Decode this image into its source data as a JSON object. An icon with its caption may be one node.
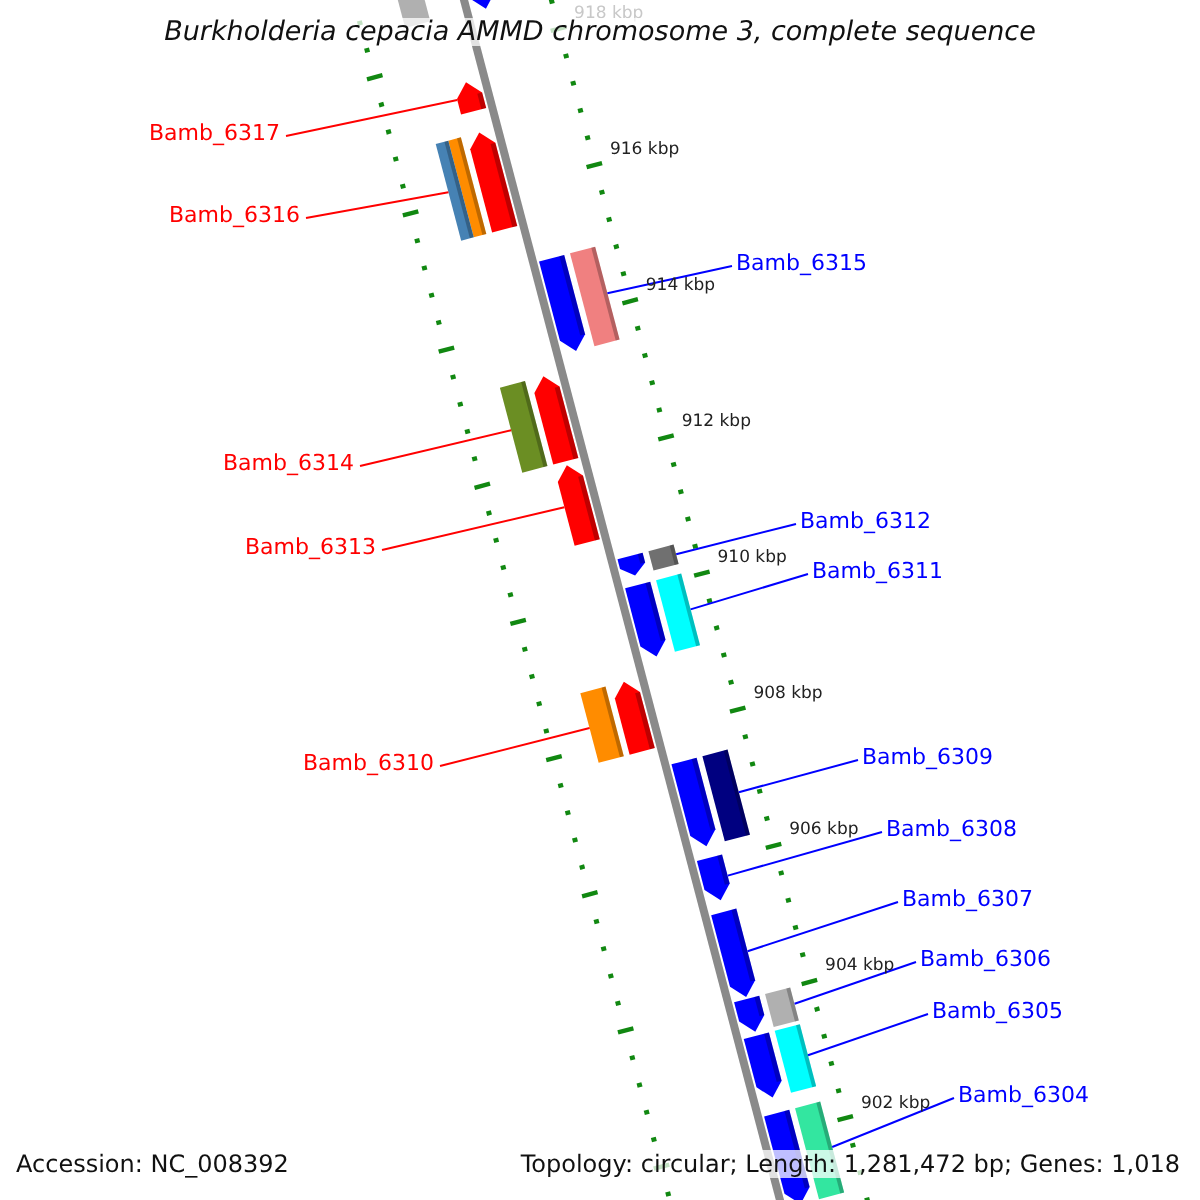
{
  "diagram": {
    "title": "Burkholderia cepacia AMMD chromosome 3, complete sequence",
    "nodes": [
      {
        "text": [
          "Bamb_6317"
        ]
      },
      {
        "text": [
          "Bamb_6316"
        ]
      },
      {
        "text": [
          "Bamb_6315"
        ]
      },
      {
        "text": [
          "Bamb_6314"
        ]
      },
      {
        "text": [
          "Bamb_6313"
        ]
      },
      {
        "text": [
          "Bamb_6312"
        ]
      },
      {
        "text": [
          "Bamb_6311"
        ]
      },
      {
        "text": [
          "Bamb_6310"
        ]
      },
      {
        "text": [
          "Bamb_6309"
        ]
      },
      {
        "text": [
          "Bamb_6308"
        ]
      },
      {
        "text": [
          "Bamb_6307"
        ]
      },
      {
        "text": [
          "Bamb_6306"
        ]
      },
      {
        "text": [
          "Bamb_6305"
        ]
      },
      {
        "text": [
          "Bamb_6304"
        ]
      },
      {
        "text": [],
        "shape": "arrow"
      },
      {
        "text": [],
        "shape": "arrow"
      },
      {
        "text": [],
        "shape": "arrow"
      },
      {
        "text": [],
        "shape": "arrow"
      },
      {
        "text": [],
        "shape": "arrow"
      },
      {
        "text": [],
        "shape": "arrow"
      },
      {
        "text": [],
        "shape": "arrow"
      },
      {
        "text": [],
        "shape": "arrow"
      },
      {
        "text": [],
        "shape": "arrow"
      },
      {
        "text": [],
        "shape": "arrow"
      },
      {
        "text": [],
        "shape": "arrow"
      },
      {
        "text": [],
        "shape": "arrow"
      },
      {
        "text": [],
        "shape": "arrow"
      },
      {
        "text": [],
        "shape": "arrow"
      },
      {
        "text": [],
        "shape": "bar"
      },
      {
        "text": [],
        "shape": "arrow"
      }
    ],
    "edges": [
      {
        "from": 0,
        "to": 14,
        "arrow": "none",
        "color": "#ff0000"
      },
      {
        "from": 1,
        "to": 15,
        "arrow": "none",
        "color": "#ff0000"
      },
      {
        "from": 2,
        "to": 16,
        "arrow": "none"
      },
      {
        "from": 3,
        "to": 17,
        "arrow": "none",
        "color": "#ff0000"
      },
      {
        "from": 4,
        "to": 18,
        "arrow": "none",
        "color": "#ff0000"
      },
      {
        "from": 5,
        "to": 19,
        "arrow": "none"
      },
      {
        "from": 6,
        "to": 20,
        "arrow": "none"
      },
      {
        "from": 7,
        "to": 21,
        "arrow": "none",
        "color": "#ff0000"
      },
      {
        "from": 8,
        "to": 22,
        "arrow": "none"
      },
      {
        "from": 9,
        "to": 23,
        "arrow": "none"
      },
      {
        "from": 10,
        "to": 24,
        "arrow": "none"
      },
      {
        "from": 11,
        "to": 25,
        "arrow": "none"
      },
      {
        "from": 12,
        "to": 26,
        "arrow": "none"
      },
      {
        "from": 13,
        "to": 27,
        "arrow": "none"
      }
    ],
    "labels": [
      "918 kbp",
      "916 kbp",
      "914 kbp",
      "912 kbp",
      "910 kbp",
      "908 kbp",
      "906 kbp",
      "904 kbp",
      "902 kbp",
      "Accession: NC_008392",
      "Topology: circular; Length: 1,281,472 bp; Genes: 1,018"
    ]
  }
}
